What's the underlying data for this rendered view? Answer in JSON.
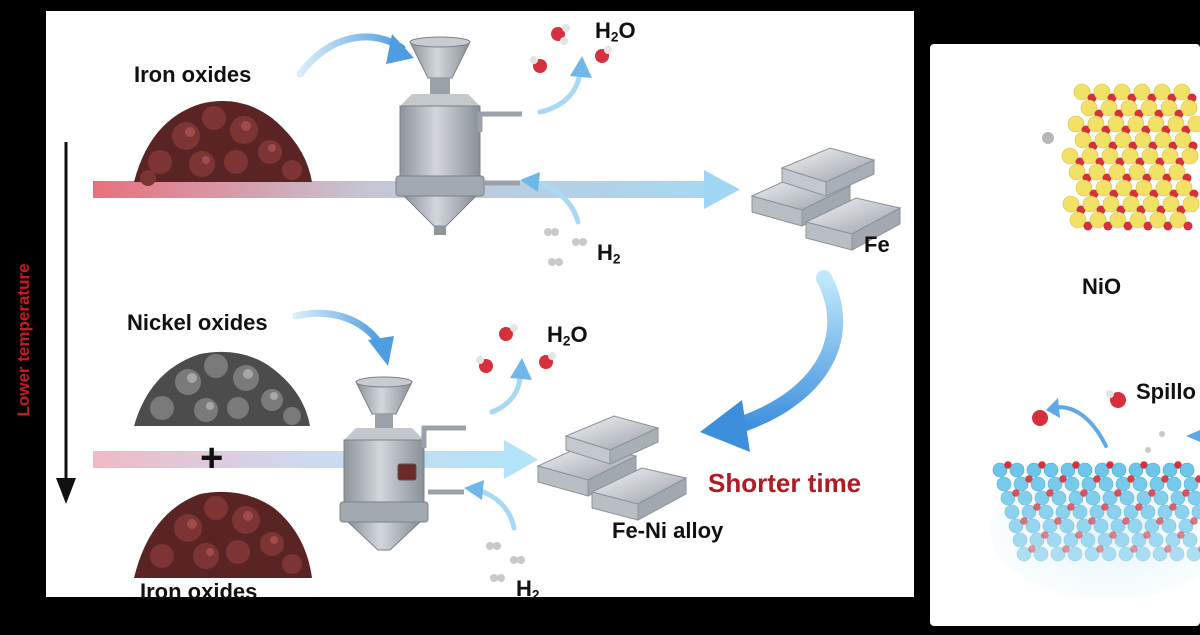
{
  "process": {
    "top_input_label": "Iron oxides",
    "top_output_label": "Fe",
    "bottom_input_label_1": "Nickel oxides",
    "bottom_input_plus": "+",
    "bottom_input_label_2": "Iron oxides",
    "bottom_output_label": "Fe-Ni alloy",
    "time_label": "Shorter time",
    "water_formula_base": "H",
    "water_formula_sub": "2",
    "water_formula_end": "O",
    "hydrogen_formula_base": "H",
    "hydrogen_formula_sub": "2",
    "vertical_axis_label": "Lower temperature"
  },
  "side_panel": {
    "crystal_label": "NiO",
    "spillover_label": "Spillo"
  },
  "colors": {
    "ore_iron": "#6e2a2a",
    "ore_nickel": "#7a7a7a",
    "accent_red": "#b01a22",
    "flow_blue": "#8fd3f4",
    "reactor_gray": "#b7bcc2"
  }
}
